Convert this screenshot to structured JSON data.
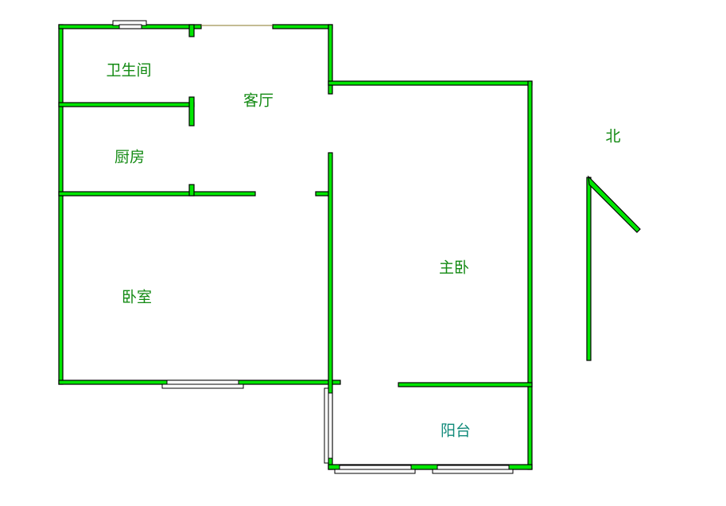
{
  "floor_plan": {
    "rooms": {
      "bathroom": "卫生间",
      "living_room": "客厅",
      "kitchen": "厨房",
      "bedroom": "卧室",
      "master_bedroom": "主卧",
      "balcony": "阳台"
    },
    "compass": {
      "label": "北"
    },
    "colors": {
      "wall": "#00e600",
      "label": "#138a13"
    }
  }
}
